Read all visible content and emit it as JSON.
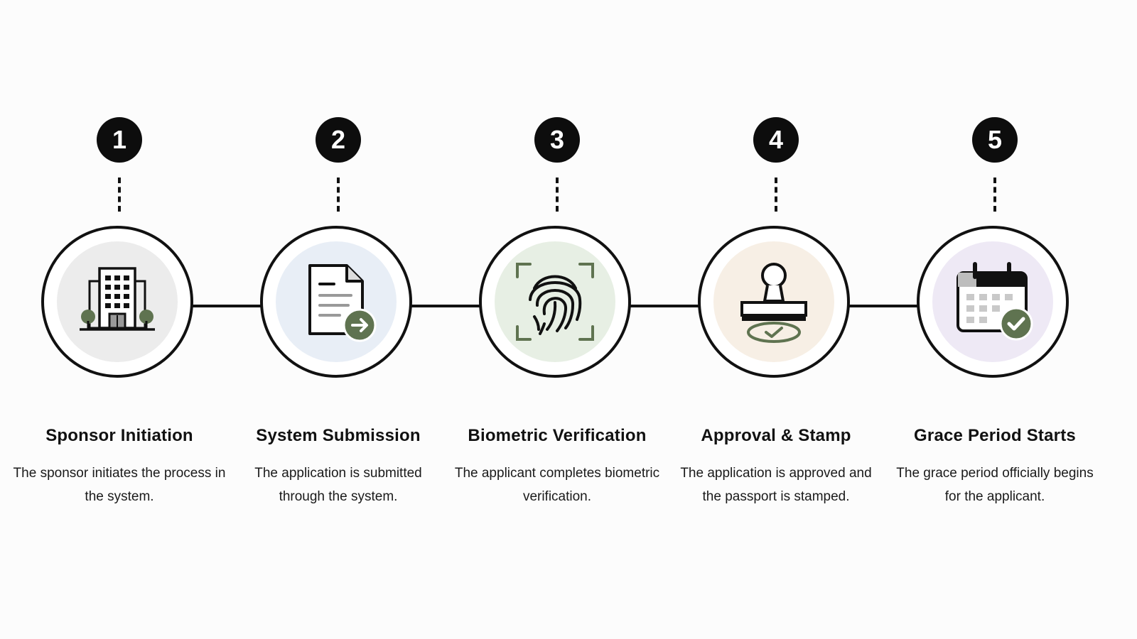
{
  "colors": {
    "accent": "#5f7350",
    "dark": "#111111"
  },
  "steps": [
    {
      "number": "1",
      "title": "Sponsor Initiation",
      "description": "The sponsor initiates the process in the system.",
      "icon": "building-icon",
      "bg": "#ececec"
    },
    {
      "number": "2",
      "title": "System Submission",
      "description": "The application is submitted through the system.",
      "icon": "document-submit-icon",
      "bg": "#e8eef6"
    },
    {
      "number": "3",
      "title": "Biometric Verification",
      "description": "The applicant completes biometric verification.",
      "icon": "fingerprint-icon",
      "bg": "#e7efe4"
    },
    {
      "number": "4",
      "title": "Approval & Stamp",
      "description": "The application is approved and the passport is stamped.",
      "icon": "stamp-icon",
      "bg": "#f7efe5"
    },
    {
      "number": "5",
      "title": "Grace Period Starts",
      "description": "The grace period officially begins for the applicant.",
      "icon": "calendar-check-icon",
      "bg": "#eee9f5"
    }
  ]
}
